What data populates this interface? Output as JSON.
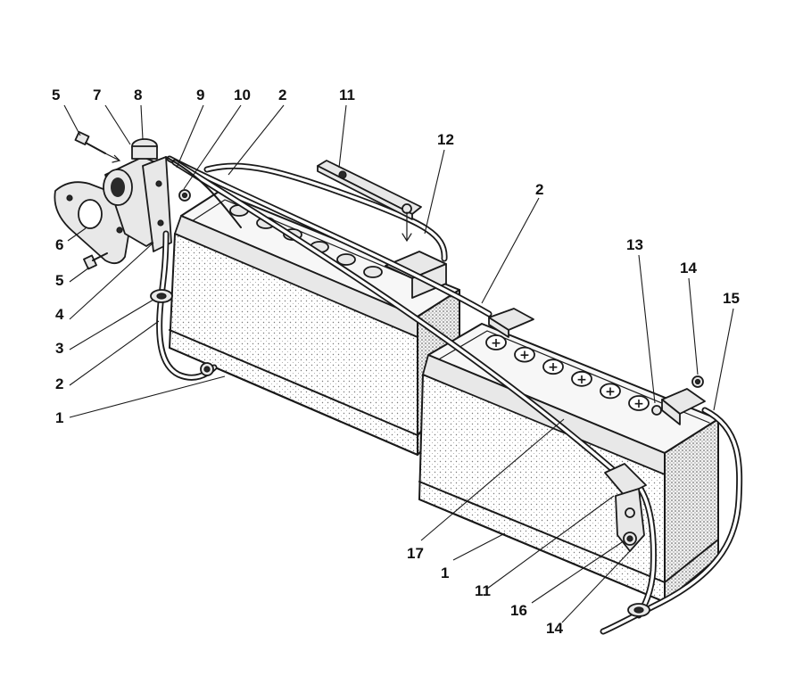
{
  "callouts": [
    {
      "id": "c1",
      "text": "5"
    },
    {
      "id": "c2",
      "text": "7"
    },
    {
      "id": "c3",
      "text": "8"
    },
    {
      "id": "c4",
      "text": "9"
    },
    {
      "id": "c5",
      "text": "10"
    },
    {
      "id": "c6",
      "text": "2"
    },
    {
      "id": "c7",
      "text": "11"
    },
    {
      "id": "c8",
      "text": "12"
    },
    {
      "id": "c9",
      "text": "2"
    },
    {
      "id": "c10",
      "text": "6"
    },
    {
      "id": "c11",
      "text": "5"
    },
    {
      "id": "c12",
      "text": "4"
    },
    {
      "id": "c13",
      "text": "3"
    },
    {
      "id": "c14",
      "text": "2"
    },
    {
      "id": "c15",
      "text": "1"
    },
    {
      "id": "c16",
      "text": "13"
    },
    {
      "id": "c17",
      "text": "14"
    },
    {
      "id": "c18",
      "text": "15"
    },
    {
      "id": "c19",
      "text": "17"
    },
    {
      "id": "c20",
      "text": "1"
    },
    {
      "id": "c21",
      "text": "11"
    },
    {
      "id": "c22",
      "text": "16"
    },
    {
      "id": "c23",
      "text": "14"
    }
  ],
  "cell_caps": {
    "symbol": "+"
  }
}
